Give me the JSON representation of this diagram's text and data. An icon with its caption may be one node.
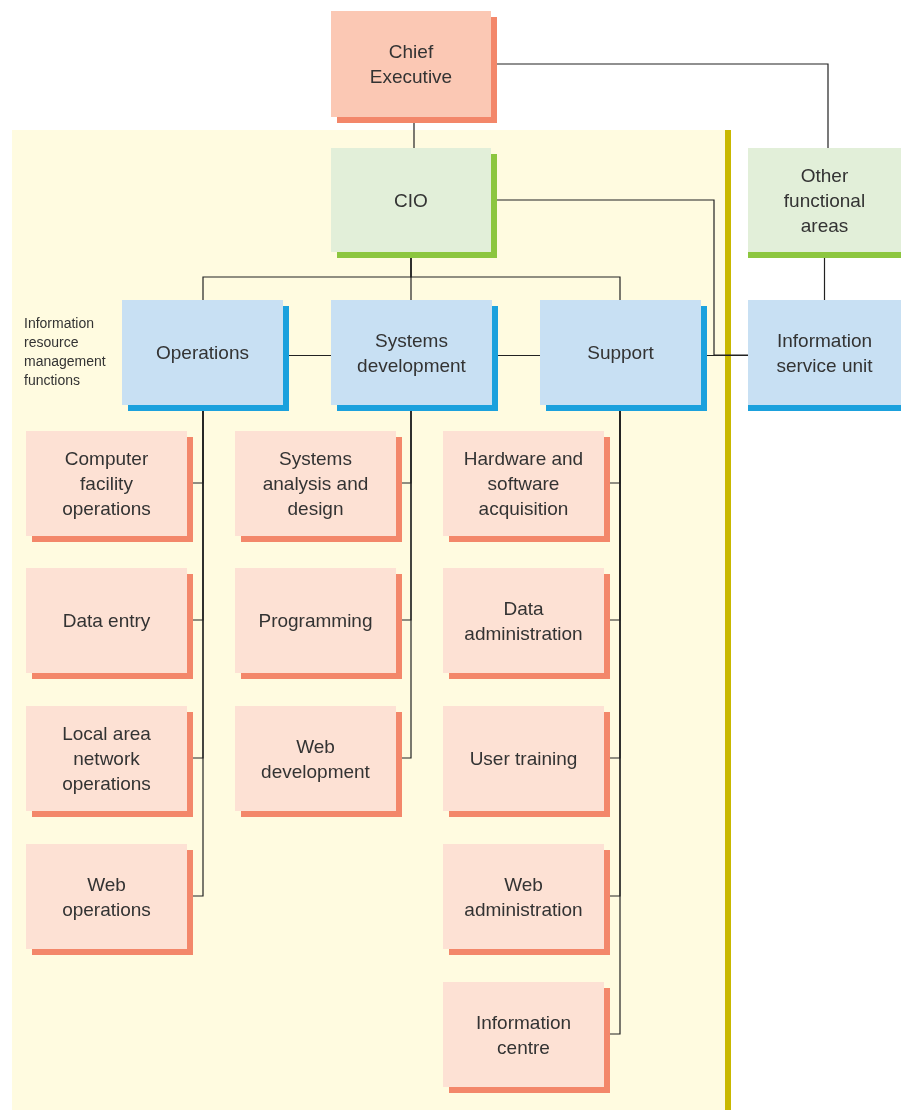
{
  "diagram": {
    "nodes": [
      {
        "text": [
          "Chief Executive"
        ]
      },
      {
        "text": [
          "Information resource management functions"
        ]
      },
      {
        "text": [
          "CIO"
        ],
        "in": 1
      },
      {
        "text": [
          "Other functional areas"
        ]
      },
      {
        "text": [
          "Operations"
        ],
        "in": 1
      },
      {
        "text": [
          "Systems development"
        ],
        "in": 1
      },
      {
        "text": [
          "Support"
        ],
        "in": 1
      },
      {
        "text": [
          "Information service unit"
        ]
      },
      {
        "text": [
          "Computer facility operations"
        ],
        "in": 1
      },
      {
        "text": [
          "Systems analysis and design"
        ],
        "in": 1
      },
      {
        "text": [
          "Hardware and software acquisition"
        ],
        "in": 1
      },
      {
        "text": [
          "Data entry"
        ],
        "in": 1
      },
      {
        "text": [
          "Programming"
        ],
        "in": 1
      },
      {
        "text": [
          "Data administration"
        ],
        "in": 1
      },
      {
        "text": [
          "Local area network operations"
        ],
        "in": 1
      },
      {
        "text": [
          "Web development"
        ],
        "in": 1
      },
      {
        "text": [
          "User training"
        ],
        "in": 1
      },
      {
        "text": [
          "Web operations"
        ],
        "in": 1
      },
      {
        "text": [
          "Web administration"
        ],
        "in": 1
      },
      {
        "text": [
          "Information centre"
        ],
        "in": 1
      }
    ],
    "edges": [
      {
        "from": 0,
        "to": 2,
        "arrow": "none"
      },
      {
        "from": 0,
        "to": 3,
        "arrow": "none"
      },
      {
        "from": 2,
        "to": 4,
        "arrow": "none"
      },
      {
        "from": 2,
        "to": 5,
        "arrow": "none"
      },
      {
        "from": 2,
        "to": 6,
        "arrow": "none"
      },
      {
        "from": 2,
        "to": 7,
        "arrow": "none"
      },
      {
        "from": 4,
        "to": 5,
        "arrow": "none"
      },
      {
        "from": 5,
        "to": 6,
        "arrow": "none"
      },
      {
        "from": 6,
        "to": 7,
        "arrow": "none"
      },
      {
        "from": 3,
        "to": 7,
        "arrow": "none"
      },
      {
        "from": 4,
        "to": 8,
        "arrow": "none"
      },
      {
        "from": 4,
        "to": 11,
        "arrow": "none"
      },
      {
        "from": 4,
        "to": 14,
        "arrow": "none"
      },
      {
        "from": 4,
        "to": 17,
        "arrow": "none"
      },
      {
        "from": 5,
        "to": 9,
        "arrow": "none"
      },
      {
        "from": 5,
        "to": 12,
        "arrow": "none"
      },
      {
        "from": 5,
        "to": 15,
        "arrow": "none"
      },
      {
        "from": 6,
        "to": 10,
        "arrow": "none"
      },
      {
        "from": 6,
        "to": 13,
        "arrow": "none"
      },
      {
        "from": 6,
        "to": 16,
        "arrow": "none"
      },
      {
        "from": 6,
        "to": 18,
        "arrow": "none"
      },
      {
        "from": 6,
        "to": 19,
        "arrow": "none"
      }
    ]
  }
}
